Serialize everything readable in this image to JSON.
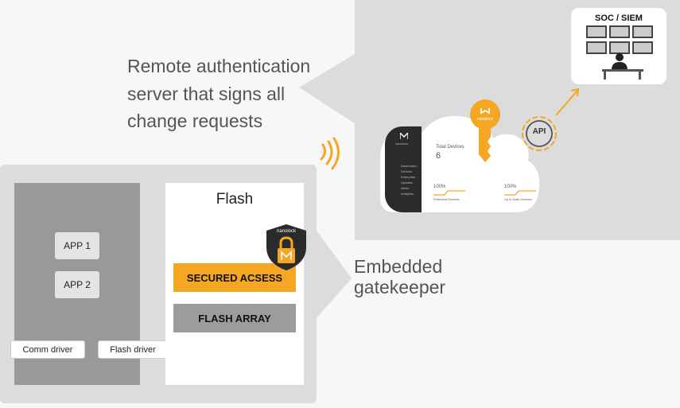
{
  "callouts": {
    "server_line1": "Remote authentication",
    "server_line2": "server that signs all",
    "server_line3": "change requests",
    "gatekeeper_line1": "Embedded",
    "gatekeeper_line2": "gatekeeper"
  },
  "soc": {
    "title": "SOC / SIEM"
  },
  "api": {
    "label": "API"
  },
  "key": {
    "brand": "nanolock"
  },
  "dashboard": {
    "brand": "nanolock",
    "total_label": "Total Devices",
    "total_value": "6",
    "stat1_value": "100%",
    "stat1_label": "Protected Devices",
    "stat2_value": "100%",
    "stat2_label": "Up to Date Devices",
    "nav": [
      "Dashboard",
      "Devices",
      "Enterprise",
      "Updates",
      "Alerts",
      "Analytics"
    ]
  },
  "device": {
    "app1": "APP 1",
    "app2": "APP 2",
    "comm_driver": "Comm driver",
    "flash_driver": "Flash driver",
    "flash_title": "Flash",
    "secured_access": "SECURED ACSESS",
    "flash_array": "FLASH ARRAY",
    "lock_brand": "nanolock"
  },
  "colors": {
    "accent": "#f5a623",
    "panel": "#dcdcdc",
    "text": "#555555"
  }
}
